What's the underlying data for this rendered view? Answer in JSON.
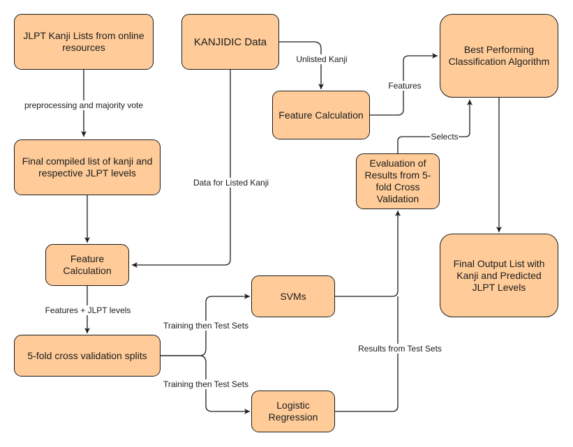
{
  "nodes": {
    "jlpt_lists": "JLPT Kanji Lists from online resources",
    "kanjidic": "KANJIDIC Data",
    "feature_calc_top": "Feature Calculation",
    "best_algo": "Best Performing Classification Algorithm",
    "final_compiled": "Final compiled list of kanji and respective JLPT levels",
    "evaluation": "Evaluation of Results from 5-fold Cross Validation",
    "feature_calc_left": "Feature Calculation",
    "final_output": "Final Output List with Kanji and Predicted JLPT Levels",
    "svms": "SVMs",
    "cv_splits": "5-fold cross validation splits",
    "logistic": "Logistic Regression"
  },
  "edges": {
    "preprocessing": "preprocessing and majority vote",
    "unlisted": "Unlisted Kanji",
    "features": "Features",
    "selects": "Selects",
    "data_listed": "Data for Listed Kanji",
    "features_jlpt": "Features + JLPT levels",
    "train_test_1": "Training then Test Sets",
    "train_test_2": "Training then Test Sets",
    "results": "Results from Test Sets"
  },
  "colors": {
    "node_fill": "#FFCC99",
    "stroke": "#1a1a1a"
  }
}
